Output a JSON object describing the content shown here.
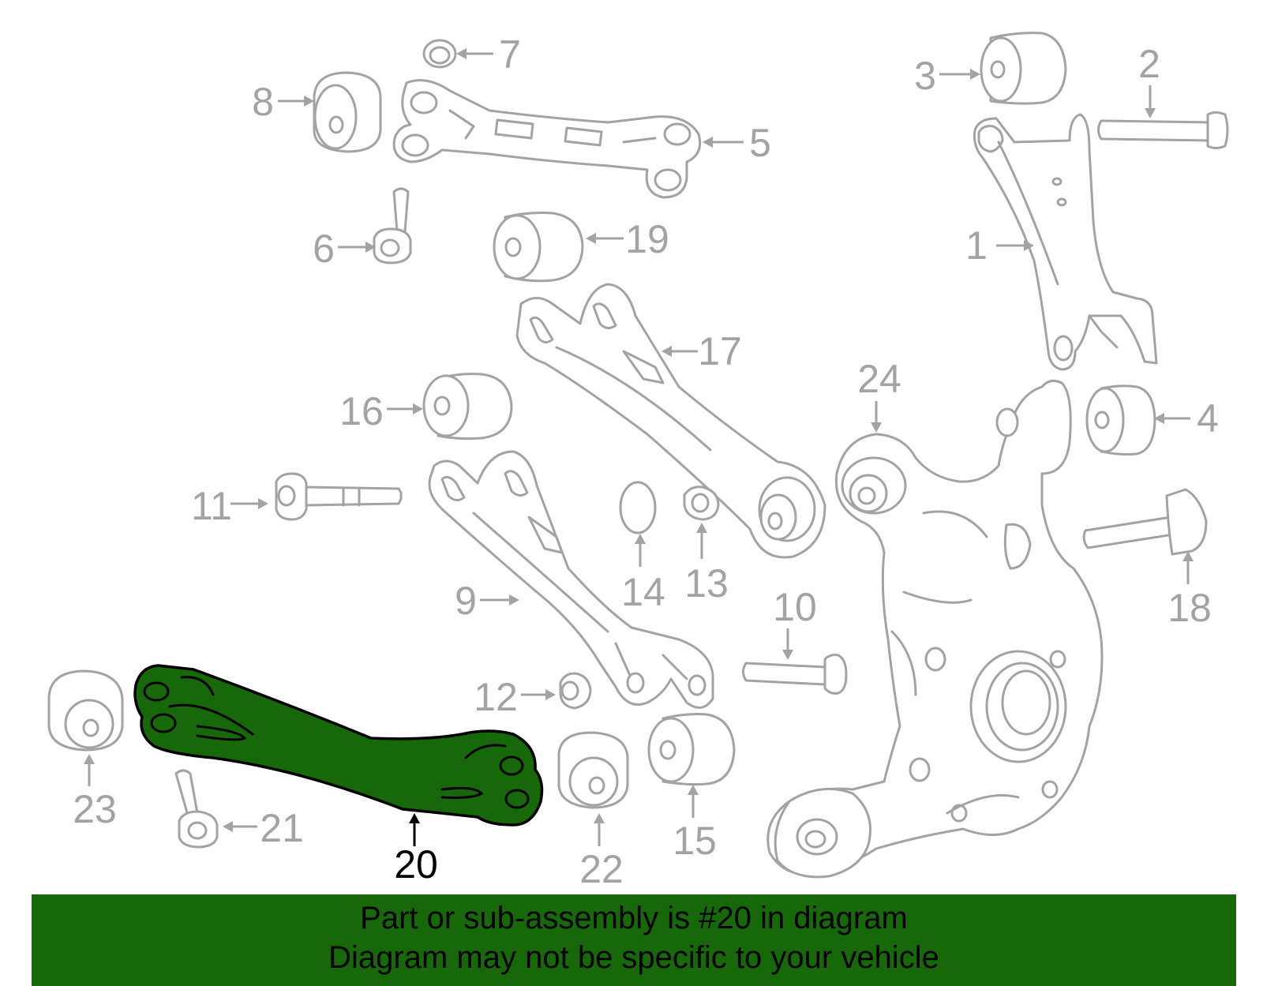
{
  "diagram": {
    "highlight_color": "#176809",
    "part_outline_color": "#a3a3a3",
    "callouts": [
      {
        "id": "1",
        "label": "1"
      },
      {
        "id": "2",
        "label": "2"
      },
      {
        "id": "3",
        "label": "3"
      },
      {
        "id": "4",
        "label": "4"
      },
      {
        "id": "5",
        "label": "5"
      },
      {
        "id": "6",
        "label": "6"
      },
      {
        "id": "7",
        "label": "7"
      },
      {
        "id": "8",
        "label": "8"
      },
      {
        "id": "9",
        "label": "9"
      },
      {
        "id": "10",
        "label": "10"
      },
      {
        "id": "11",
        "label": "11"
      },
      {
        "id": "12",
        "label": "12"
      },
      {
        "id": "13",
        "label": "13"
      },
      {
        "id": "14",
        "label": "14"
      },
      {
        "id": "15",
        "label": "15"
      },
      {
        "id": "16",
        "label": "16"
      },
      {
        "id": "17",
        "label": "17"
      },
      {
        "id": "18",
        "label": "18"
      },
      {
        "id": "19",
        "label": "19"
      },
      {
        "id": "20",
        "label": "20",
        "highlighted": true
      },
      {
        "id": "21",
        "label": "21"
      },
      {
        "id": "22",
        "label": "22"
      },
      {
        "id": "23",
        "label": "23"
      },
      {
        "id": "24",
        "label": "24"
      }
    ]
  },
  "banner": {
    "line1": "Part or sub-assembly is #20 in diagram",
    "line2": "Diagram may not be specific to your vehicle",
    "background": "#176809"
  }
}
